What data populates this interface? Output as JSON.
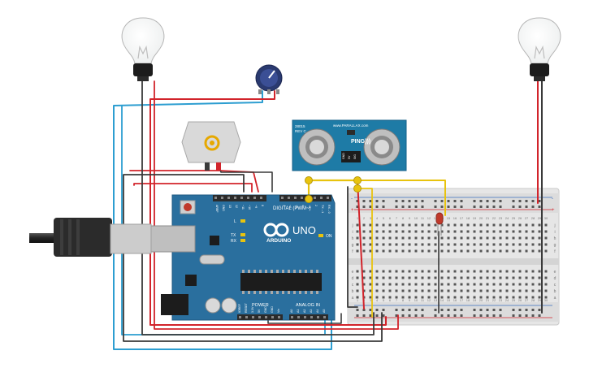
{
  "arduino": {
    "brand": "ARDUINO",
    "model": "UNO",
    "digital_label": "DIGITAL (PWM~)",
    "power_label": "POWER",
    "analog_label": "ANALOG IN",
    "on_label": "ON",
    "tx_label": "TX",
    "rx_label": "RX",
    "l_label": "L",
    "top_pin_labels": [
      "AREF",
      "GND",
      "13",
      "12",
      "~11",
      "~10",
      "~9",
      "8",
      "7",
      "~6",
      "~5",
      "4",
      "~3",
      "2",
      "TX→1",
      "RX←0"
    ],
    "power_pin_labels": [
      "IOREF",
      "RESET",
      "3.3V",
      "5V",
      "GND",
      "GND",
      "Vin"
    ],
    "analog_pin_labels": [
      "A0",
      "A1",
      "A2",
      "A3",
      "A4",
      "A5"
    ]
  },
  "sensor": {
    "site": "www.PARALLAX.com",
    "part": "28015",
    "rev": "REV C",
    "name": "PING)))",
    "pins": [
      "GND",
      "5V",
      "SIG"
    ]
  },
  "breadboard": {
    "columns": [
      "1",
      "2",
      "3",
      "4",
      "5",
      "6",
      "7",
      "8",
      "9",
      "10",
      "11",
      "12",
      "13",
      "14",
      "15",
      "16",
      "17",
      "18",
      "19",
      "20",
      "21",
      "22",
      "23",
      "24",
      "25",
      "26",
      "27",
      "28",
      "29",
      "30"
    ],
    "rows_top": [
      "j",
      "i",
      "h",
      "g",
      "f"
    ],
    "rows_bottom": [
      "e",
      "d",
      "c",
      "b",
      "a"
    ],
    "rail_plus": "+",
    "rail_minus": "-"
  },
  "colors": {
    "board": "#2a6f9e",
    "sensor": "#1e7ba6",
    "wire_red": "#d2242b",
    "wire_black": "#3a3a3a",
    "wire_blue": "#2d9ed1",
    "wire_yellow": "#e8c30e",
    "breadboard": "#e6e6e6"
  }
}
